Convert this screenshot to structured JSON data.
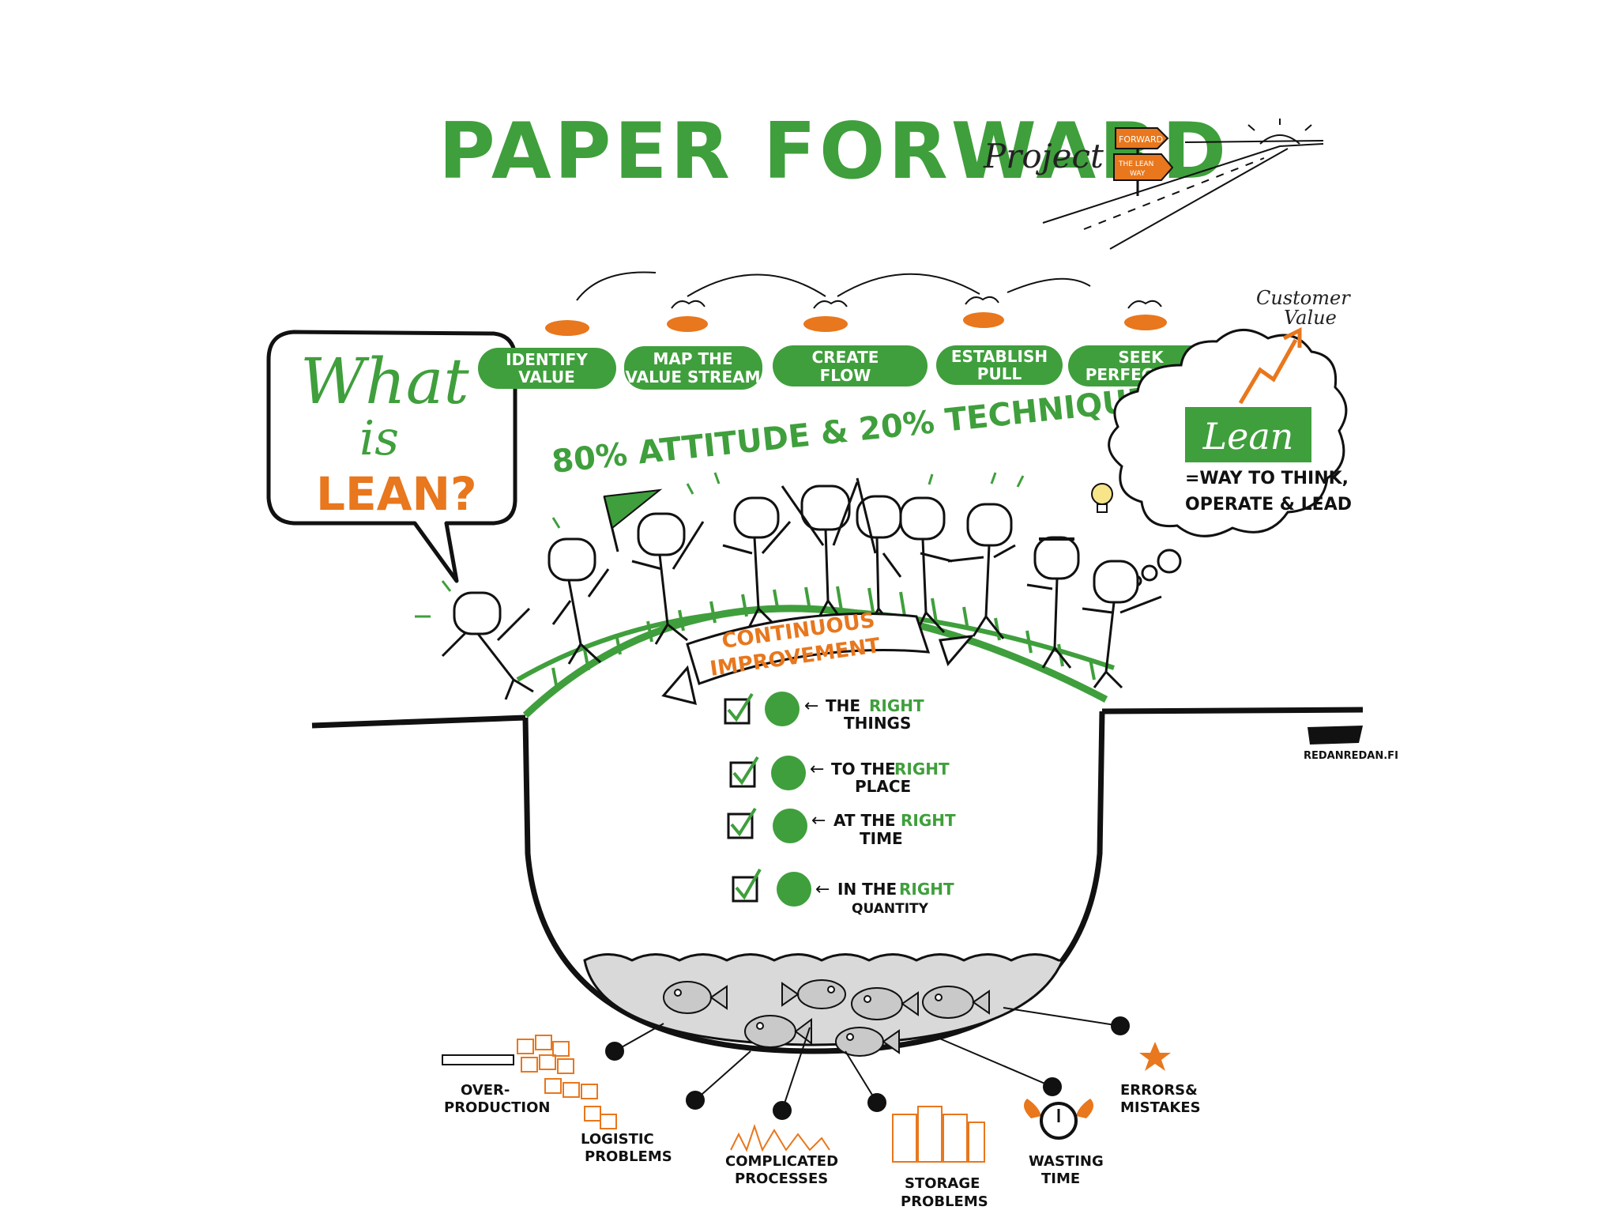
{
  "title": {
    "main": "PAPER FORWARD",
    "sub": "Project"
  },
  "signpost": {
    "top": "FORWARD",
    "bottom_line1": "THE LEAN",
    "bottom_line2": "WAY"
  },
  "bubble": {
    "line1": "What",
    "line2": "is",
    "line3": "LEAN?"
  },
  "steps": [
    {
      "line1": "IDENTIFY",
      "line2": "VALUE"
    },
    {
      "line1": "MAP THE",
      "line2": "VALUE STREAM"
    },
    {
      "line1": "CREATE",
      "line2": "FLOW"
    },
    {
      "line1": "ESTABLISH",
      "line2": "PULL"
    },
    {
      "line1": "SEEK",
      "line2": "PERFECTION"
    }
  ],
  "slogan": "80% ATTITUDE & 20% TECHNIQUE",
  "banner": {
    "line1": "CONTINUOUS",
    "line2": "IMPROVEMENT"
  },
  "rights": [
    {
      "pre": "THE",
      "accent": "RIGHT",
      "post": "THINGS"
    },
    {
      "pre": "TO THE",
      "accent": "RIGHT",
      "post": "PLACE"
    },
    {
      "pre": "AT THE",
      "accent": "RIGHT",
      "post": "TIME"
    },
    {
      "pre": "IN THE",
      "accent": "RIGHT",
      "post": "QUANTITY"
    }
  ],
  "thought": {
    "customer_line1": "Customer",
    "customer_line2": "Value",
    "lean": "Lean",
    "def_line1": "=WAY TO THINK,",
    "def_line2": "OPERATE & LEAD"
  },
  "signature": "REDANREDAN.FI",
  "wastes": [
    {
      "line1": "OVER-",
      "line2": "PRODUCTION"
    },
    {
      "line1": "LOGISTIC",
      "line2": "PROBLEMS"
    },
    {
      "line1": "COMPLICATED",
      "line2": "PROCESSES"
    },
    {
      "line1": "STORAGE",
      "line2": "PROBLEMS"
    },
    {
      "line1": "WASTING",
      "line2": "TIME"
    },
    {
      "line1": "ERRORS&",
      "line2": "MISTAKES"
    }
  ],
  "colors": {
    "green": "#3f9f3c",
    "orange": "#e8771d",
    "ink": "#111111",
    "water": "#d9d9d9"
  }
}
